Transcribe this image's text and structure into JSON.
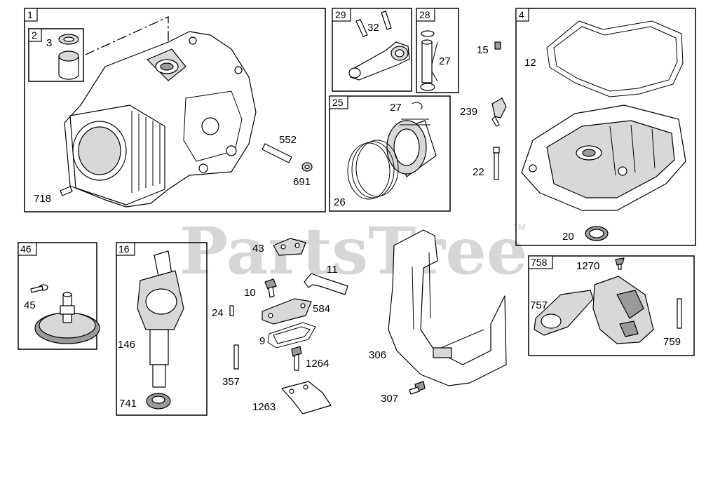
{
  "watermark": {
    "text": "PartsTree",
    "mark": "TM"
  },
  "groups": [
    {
      "id": "g1",
      "tag": "1",
      "parts": [
        "2",
        "3",
        "552",
        "691",
        "718"
      ]
    },
    {
      "id": "g2",
      "tag": "2"
    },
    {
      "id": "g29",
      "tag": "29",
      "parts": [
        "32"
      ]
    },
    {
      "id": "g28",
      "tag": "28",
      "parts": [
        "27"
      ]
    },
    {
      "id": "g25",
      "tag": "25",
      "parts": [
        "27",
        "26"
      ]
    },
    {
      "id": "g4",
      "tag": "4",
      "parts": [
        "12",
        "20"
      ]
    },
    {
      "id": "g46",
      "tag": "46",
      "parts": [
        "45"
      ]
    },
    {
      "id": "g16",
      "tag": "16",
      "parts": [
        "146",
        "741"
      ]
    },
    {
      "id": "g758",
      "tag": "758",
      "parts": [
        "1270",
        "757",
        "759"
      ]
    }
  ],
  "labels": {
    "p3": "3",
    "p552": "552",
    "p691": "691",
    "p718": "718",
    "p32": "32",
    "p27a": "27",
    "p27b": "27",
    "p26": "26",
    "p15": "15",
    "p239": "239",
    "p22": "22",
    "p12": "12",
    "p20": "20",
    "p43": "43",
    "p11": "11",
    "p10": "10",
    "p584": "584",
    "p24": "24",
    "p9": "9",
    "p1264": "1264",
    "p357": "357",
    "p1263": "1263",
    "p306": "306",
    "p307": "307",
    "p45": "45",
    "p146": "146",
    "p741": "741",
    "p1270": "1270",
    "p757": "757",
    "p759": "759"
  }
}
